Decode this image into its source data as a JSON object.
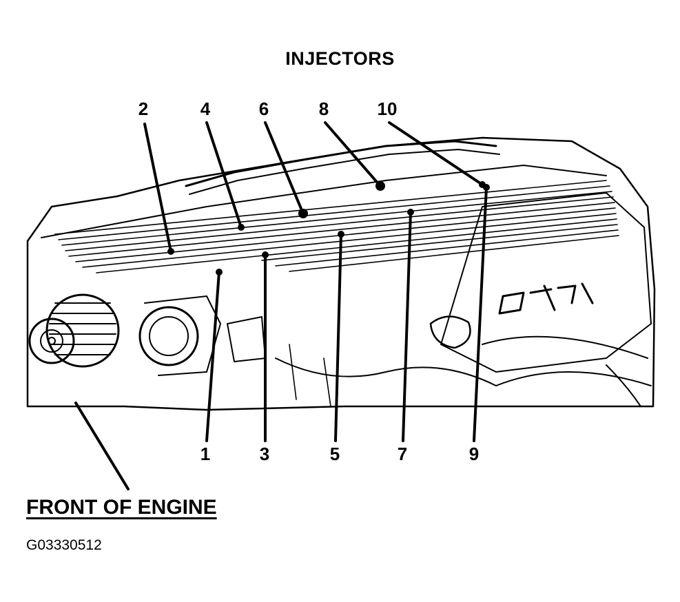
{
  "diagram": {
    "title": "INJECTORS",
    "front_label": "FRONT OF ENGINE",
    "figure_id": "G03330512",
    "callouts": {
      "c1": "1",
      "c2": "2",
      "c3": "3",
      "c4": "4",
      "c5": "5",
      "c6": "6",
      "c7": "7",
      "c8": "8",
      "c9": "9",
      "c10": "10"
    },
    "colors": {
      "ink": "#000000",
      "paper": "#ffffff"
    }
  }
}
